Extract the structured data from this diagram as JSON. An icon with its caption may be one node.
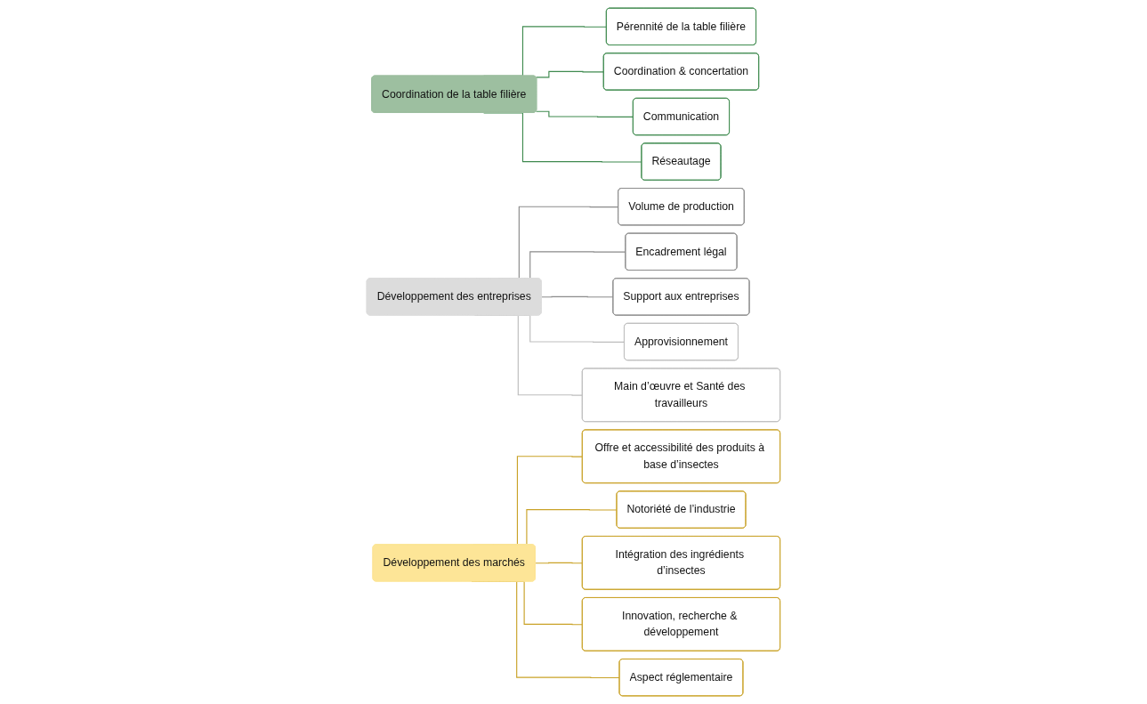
{
  "diagram": {
    "nodes": [
      {
        "text": [
          "Coordination de la table filière"
        ]
      },
      {
        "text": [
          "Pérennité de la table filière"
        ]
      },
      {
        "text": [
          "Coordination & concertation"
        ]
      },
      {
        "text": [
          "Communication"
        ]
      },
      {
        "text": [
          "Réseautage"
        ]
      },
      {
        "text": [
          "Développement des entreprises"
        ]
      },
      {
        "text": [
          "Volume de production"
        ]
      },
      {
        "text": [
          "Encadrement légal"
        ]
      },
      {
        "text": [
          "Support aux entreprises"
        ]
      },
      {
        "text": [
          "Approvisionnement"
        ]
      },
      {
        "text": [
          "Main d’œuvre et Santé des travailleurs"
        ]
      },
      {
        "text": [
          "Développement des marchés"
        ]
      },
      {
        "text": [
          "Offre et accessibilité des produits à base d’insectes"
        ]
      },
      {
        "text": [
          "Notoriété de l’industrie"
        ]
      },
      {
        "text": [
          "Intégration des ingrédients d’insectes"
        ]
      },
      {
        "text": [
          "Innovation, recherche & développement"
        ]
      },
      {
        "text": [
          "Aspect réglementaire"
        ]
      }
    ],
    "edges": [
      {
        "from": 0,
        "to": 1,
        "arrow": "none",
        "color": "#3f8a4f"
      },
      {
        "from": 0,
        "to": 2,
        "arrow": "none",
        "color": "#3f8a4f"
      },
      {
        "from": 0,
        "to": 3,
        "arrow": "none",
        "color": "#3f8a4f"
      },
      {
        "from": 0,
        "to": 4,
        "arrow": "none",
        "color": "#3f8a4f"
      },
      {
        "from": 5,
        "to": 6,
        "arrow": "none",
        "color": "#8a8a8a"
      },
      {
        "from": 5,
        "to": 7,
        "arrow": "none",
        "color": "#8a8a8a"
      },
      {
        "from": 5,
        "to": 8,
        "arrow": "none",
        "color": "#8a8a8a"
      },
      {
        "from": 5,
        "to": 9,
        "arrow": "none",
        "color": "#bdbdbd"
      },
      {
        "from": 5,
        "to": 10,
        "arrow": "none",
        "color": "#bdbdbd"
      },
      {
        "from": 11,
        "to": 12,
        "arrow": "none",
        "color": "#c9a227"
      },
      {
        "from": 11,
        "to": 13,
        "arrow": "none",
        "color": "#c9a227"
      },
      {
        "from": 11,
        "to": 14,
        "arrow": "none",
        "color": "#c9a227"
      },
      {
        "from": 11,
        "to": 15,
        "arrow": "none",
        "color": "#c9a227"
      },
      {
        "from": 11,
        "to": 16,
        "arrow": "none",
        "color": "#c9a227"
      }
    ]
  }
}
